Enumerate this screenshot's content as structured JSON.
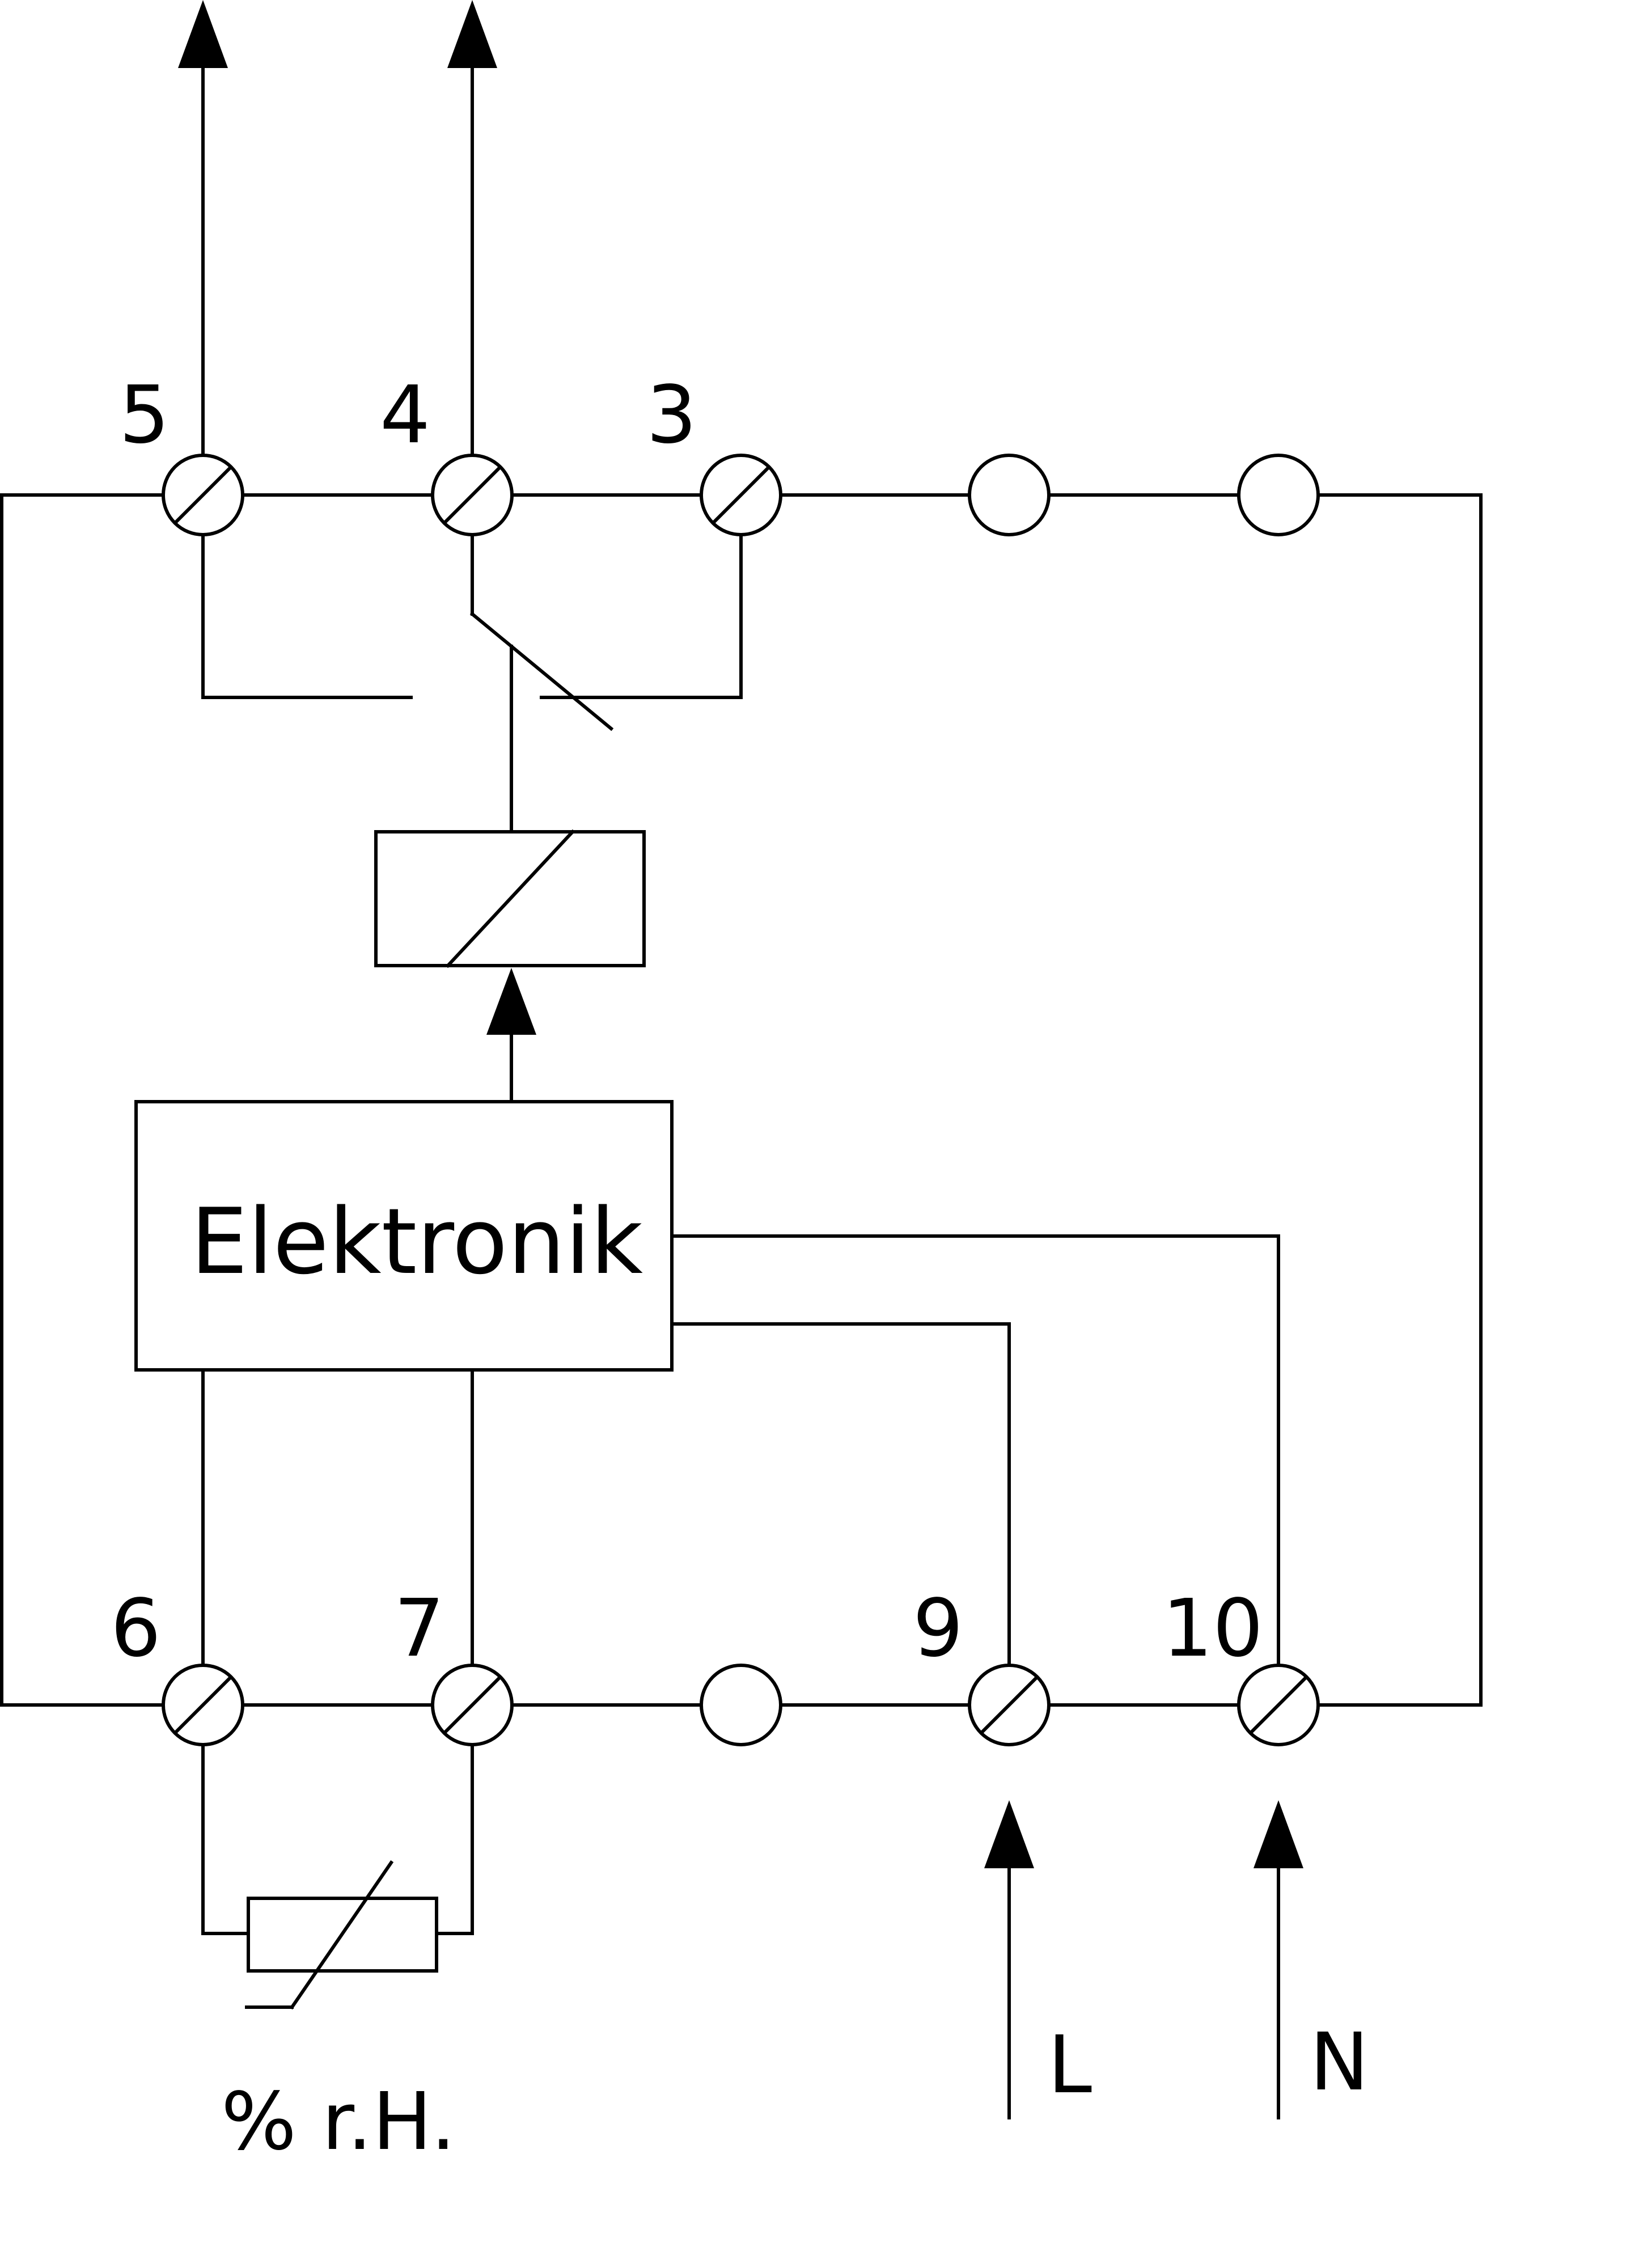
{
  "terminals": {
    "t5": "5",
    "t4": "4",
    "t3": "3",
    "t6": "6",
    "t7": "7",
    "t9": "9",
    "t10": "10"
  },
  "blocks": {
    "electronics": "Elektronik"
  },
  "sensor": {
    "label": "% r.H."
  },
  "supply": {
    "line": "L",
    "neutral": "N"
  }
}
